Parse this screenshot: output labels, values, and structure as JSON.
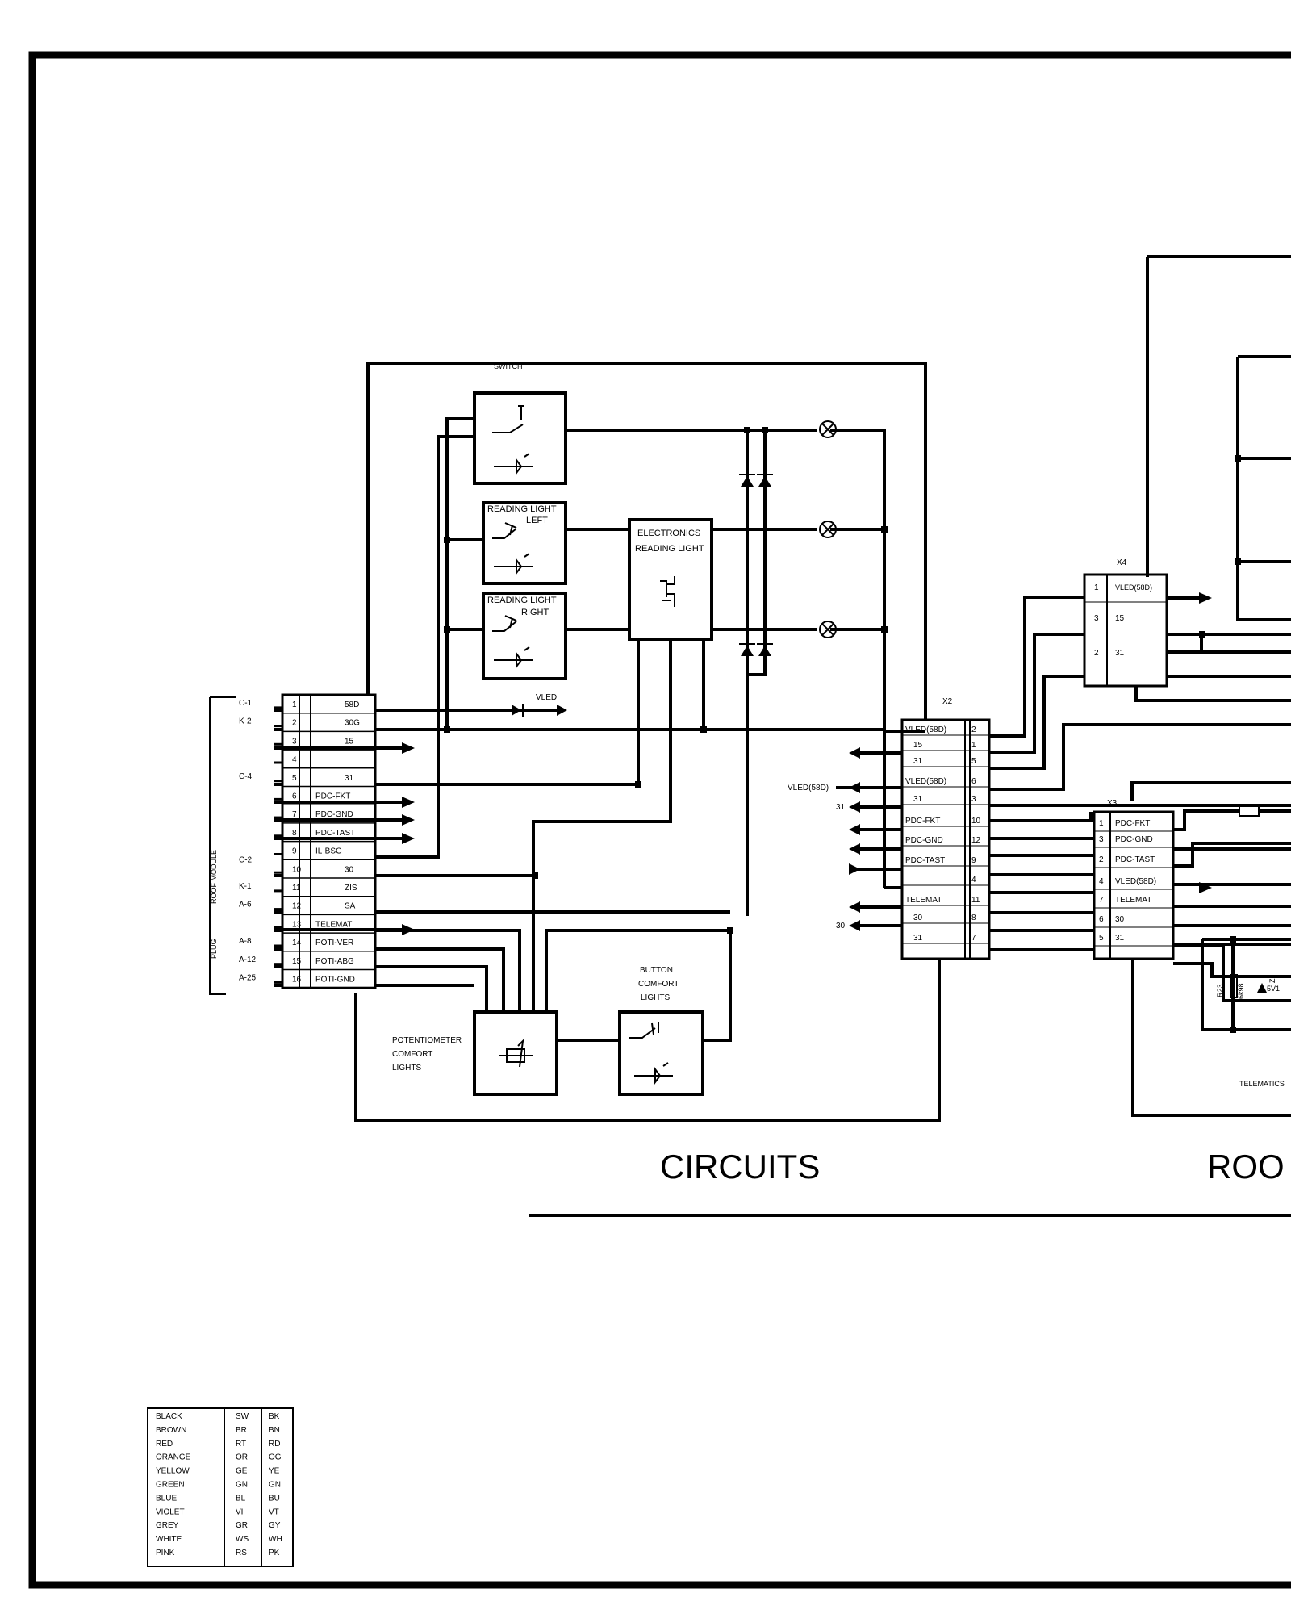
{
  "titles": {
    "main": "CIRCUITS",
    "right": "ROO"
  },
  "labels": {
    "switch": "SWITCH",
    "reading_left_1": "READING LIGHT",
    "reading_left_2": "LEFT",
    "reading_right_1": "READING LIGHT",
    "reading_right_2": "RIGHT",
    "electronics_1": "ELECTRONICS",
    "electronics_2": "READING LIGHT",
    "vled": "VLED",
    "button_1": "BUTTON",
    "button_2": "COMFORT",
    "button_3": "LIGHTS",
    "poti_1": "POTENTIOMETER",
    "poti_2": "COMFORT",
    "poti_3": "LIGHTS",
    "roof_module": "ROOF MODULE",
    "plug": "PLUG",
    "x2": "X2",
    "x3": "X3",
    "x4": "X4",
    "vled58d_left": "VLED(58D)",
    "x2_31": "31",
    "x2_30": "30",
    "r23": "R23",
    "r23_val": "6k98",
    "zener": "Z1",
    "zener_val": "5V1",
    "telematics": "TELEMATICS"
  },
  "roof_plug": {
    "side_labels": [
      "C-1",
      "K-2",
      "C-4",
      "C-2",
      "K-1",
      "A-6",
      "A-8",
      "A-12",
      "A-25"
    ],
    "rows": [
      {
        "num": "1",
        "sig": "58D"
      },
      {
        "num": "2",
        "sig": "30G"
      },
      {
        "num": "3",
        "sig": "15"
      },
      {
        "num": "4",
        "sig": ""
      },
      {
        "num": "5",
        "sig": "31"
      },
      {
        "num": "6",
        "sig": "PDC-FKT"
      },
      {
        "num": "7",
        "sig": "PDC-GND"
      },
      {
        "num": "8",
        "sig": "PDC-TAST"
      },
      {
        "num": "9",
        "sig": "IL-BSG"
      },
      {
        "num": "10",
        "sig": "30"
      },
      {
        "num": "11",
        "sig": "ZIS"
      },
      {
        "num": "12",
        "sig": "SA"
      },
      {
        "num": "13",
        "sig": "TELEMAT"
      },
      {
        "num": "14",
        "sig": "POTI-VER"
      },
      {
        "num": "15",
        "sig": "POTI-ABG"
      },
      {
        "num": "16",
        "sig": "POTI-GND"
      }
    ]
  },
  "x2": {
    "rows": [
      {
        "sig": "VLED(58D)",
        "num": "2"
      },
      {
        "sig": "15",
        "num": "1"
      },
      {
        "sig": "31",
        "num": "5"
      },
      {
        "sig": "VLED(58D)",
        "num": "6"
      },
      {
        "sig": "31",
        "num": "3"
      },
      {
        "sig": "PDC-FKT",
        "num": "10"
      },
      {
        "sig": "PDC-GND",
        "num": "12"
      },
      {
        "sig": "PDC-TAST",
        "num": "9"
      },
      {
        "sig": "",
        "num": "4"
      },
      {
        "sig": "TELEMAT",
        "num": "11"
      },
      {
        "sig": "30",
        "num": "8"
      },
      {
        "sig": "31",
        "num": "7"
      }
    ]
  },
  "x3": {
    "rows": [
      {
        "num": "1",
        "sig": "PDC-FKT"
      },
      {
        "num": "3",
        "sig": "PDC-GND"
      },
      {
        "num": "2",
        "sig": "PDC-TAST"
      },
      {
        "num": "4",
        "sig": "VLED(58D)"
      },
      {
        "num": "7",
        "sig": "TELEMAT"
      },
      {
        "num": "6",
        "sig": "30"
      },
      {
        "num": "5",
        "sig": "31"
      }
    ]
  },
  "x4": {
    "rows": [
      {
        "num": "1",
        "sig": "VLED(58D)"
      },
      {
        "num": "3",
        "sig": "15"
      },
      {
        "num": "2",
        "sig": "31"
      }
    ]
  },
  "color_legend": [
    {
      "name": "BLACK",
      "de": "SW",
      "en": "BK"
    },
    {
      "name": "BROWN",
      "de": "BR",
      "en": "BN"
    },
    {
      "name": "RED",
      "de": "RT",
      "en": "RD"
    },
    {
      "name": "ORANGE",
      "de": "OR",
      "en": "OG"
    },
    {
      "name": "YELLOW",
      "de": "GE",
      "en": "YE"
    },
    {
      "name": "GREEN",
      "de": "GN",
      "en": "GN"
    },
    {
      "name": "BLUE",
      "de": "BL",
      "en": "BU"
    },
    {
      "name": "VIOLET",
      "de": "VI",
      "en": "VT"
    },
    {
      "name": "GREY",
      "de": "GR",
      "en": "GY"
    },
    {
      "name": "WHITE",
      "de": "WS",
      "en": "WH"
    },
    {
      "name": "PINK",
      "de": "RS",
      "en": "PK"
    }
  ]
}
